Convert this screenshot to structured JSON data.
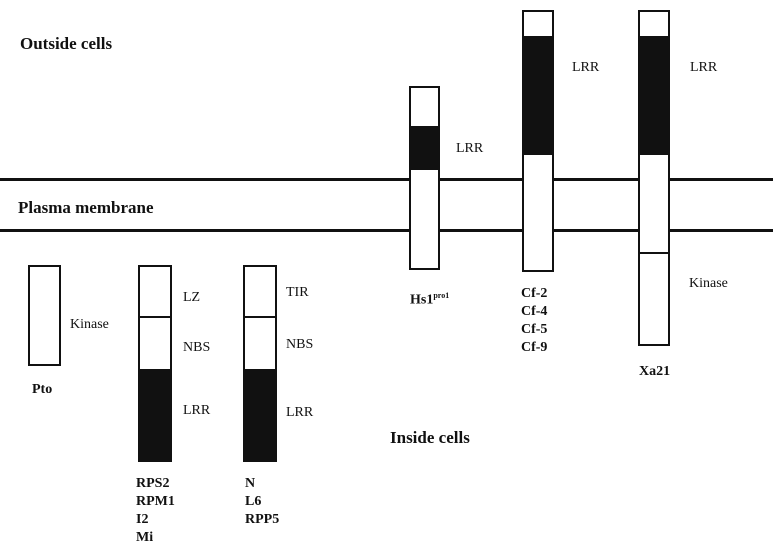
{
  "labels": {
    "outside": "Outside cells",
    "membrane": "Plasma membrane",
    "inside": "Inside cells"
  },
  "domains": {
    "kinase": "Kinase",
    "lz": "LZ",
    "nbs": "NBS",
    "lrr": "LRR",
    "tir": "TIR"
  },
  "proteins": {
    "pto": {
      "names": [
        "Pto"
      ]
    },
    "rps2": {
      "names": [
        "RPS2",
        "RPM1",
        "I2",
        "Mi"
      ]
    },
    "n": {
      "names": [
        "N",
        "L6",
        "RPP5"
      ]
    },
    "hs1": {
      "name": "Hs1",
      "superscript": "pro1"
    },
    "cf": {
      "names": [
        "Cf-2",
        "Cf-4",
        "Cf-5",
        "Cf-9"
      ]
    },
    "xa21": {
      "names": [
        "Xa21"
      ]
    }
  }
}
